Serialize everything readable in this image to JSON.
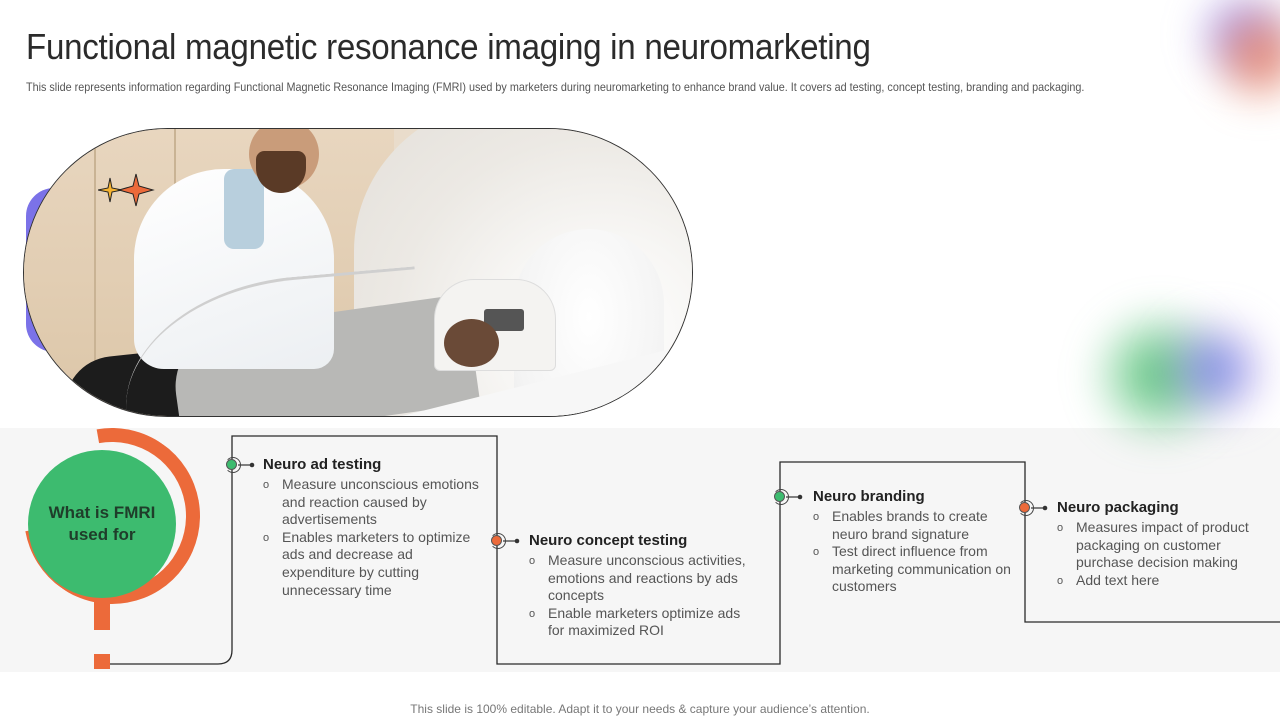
{
  "slide": {
    "title": "Functional magnetic resonance imaging in neuromarketing",
    "subtitle": "This slide represents information regarding Functional Magnetic Resonance Imaging (FMRI) used by marketers during neuromarketing to enhance brand value. It covers ad testing, concept testing, branding and packaging.",
    "footer": "This slide is 100% editable. Adapt it to your needs & capture your audience’s attention."
  },
  "hero_image": {
    "description": "Doctor in white coat preparing patient lying on MRI scanner table"
  },
  "center": {
    "label": "What is FMRI used for",
    "icon": "question-mark-icon"
  },
  "colors": {
    "green": "#3dbb6f",
    "orange": "#ec6a3a",
    "purple": "#7b72e8",
    "band": "#f6f6f6",
    "text_dark": "#222222",
    "text_body": "#555555"
  },
  "steps": [
    {
      "title": "Neuro ad testing",
      "node_color": "#3dbb6f",
      "points": [
        "Measure unconscious emotions and reaction caused by advertisements",
        "Enables marketers to optimize ads and decrease ad expenditure by cutting unnecessary time"
      ]
    },
    {
      "title": "Neuro concept testing",
      "node_color": "#ec6a3a",
      "points": [
        "Measure unconscious activities, emotions and reactions by ads concepts",
        "Enable marketers optimize ads for maximized ROI"
      ]
    },
    {
      "title": "Neuro branding",
      "node_color": "#3dbb6f",
      "points": [
        "Enables brands to create neuro brand signature",
        "Test direct influence from marketing communication on customers"
      ]
    },
    {
      "title": "Neuro packaging",
      "node_color": "#ec6a3a",
      "points": [
        "Measures impact of product packaging on customer purchase decision making",
        "Add text here"
      ]
    }
  ]
}
